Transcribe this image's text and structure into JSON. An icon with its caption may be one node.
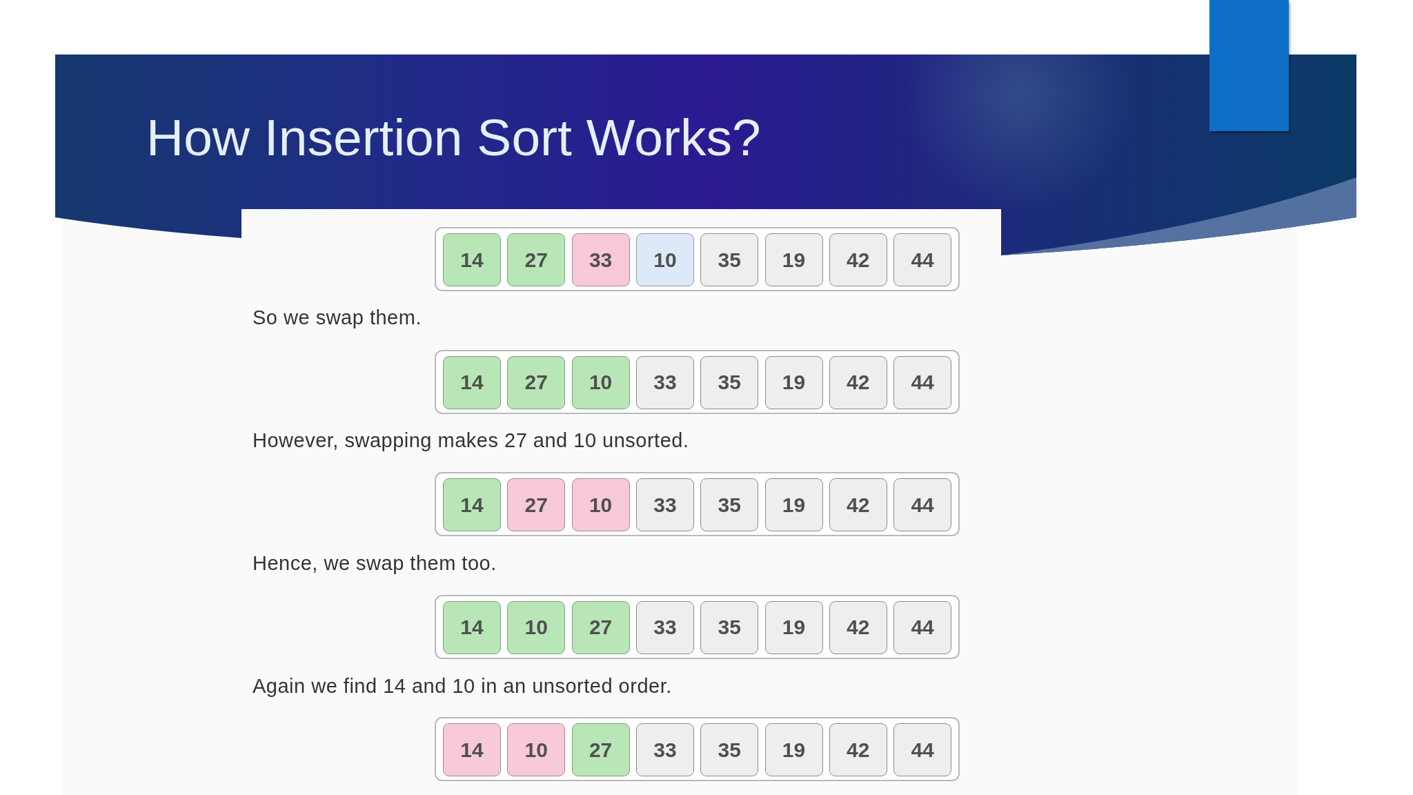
{
  "diagram": {
    "title": "How Insertion Sort Works?",
    "nodes": [
      {
        "text": [],
        "shape": "box"
      },
      {
        "text": [
          "14"
        ],
        "in": 0
      },
      {
        "text": [
          "27"
        ],
        "in": 0
      },
      {
        "text": [
          "33"
        ],
        "in": 0
      },
      {
        "text": [
          "10"
        ],
        "in": 0
      },
      {
        "text": [
          "35"
        ],
        "in": 0
      },
      {
        "text": [
          "19"
        ],
        "in": 0
      },
      {
        "text": [
          "42"
        ],
        "in": 0
      },
      {
        "text": [
          "44"
        ],
        "in": 0
      },
      {
        "text": [],
        "shape": "box"
      },
      {
        "text": [
          "14"
        ],
        "in": 9
      },
      {
        "text": [
          "27"
        ],
        "in": 9
      },
      {
        "text": [
          "10"
        ],
        "in": 9
      },
      {
        "text": [
          "33"
        ],
        "in": 9
      },
      {
        "text": [
          "35"
        ],
        "in": 9
      },
      {
        "text": [
          "19"
        ],
        "in": 9
      },
      {
        "text": [
          "42"
        ],
        "in": 9
      },
      {
        "text": [
          "44"
        ],
        "in": 9
      },
      {
        "text": [],
        "shape": "box"
      },
      {
        "text": [
          "14"
        ],
        "in": 18
      },
      {
        "text": [
          "27"
        ],
        "in": 18
      },
      {
        "text": [
          "10"
        ],
        "in": 18
      },
      {
        "text": [
          "33"
        ],
        "in": 18
      },
      {
        "text": [
          "35"
        ],
        "in": 18
      },
      {
        "text": [
          "19"
        ],
        "in": 18
      },
      {
        "text": [
          "42"
        ],
        "in": 18
      },
      {
        "text": [
          "44"
        ],
        "in": 18
      },
      {
        "text": [],
        "shape": "box"
      },
      {
        "text": [
          "14"
        ],
        "in": 27
      },
      {
        "text": [
          "10"
        ],
        "in": 27
      },
      {
        "text": [
          "27"
        ],
        "in": 27
      },
      {
        "text": [
          "33"
        ],
        "in": 27
      },
      {
        "text": [
          "35"
        ],
        "in": 27
      },
      {
        "text": [
          "19"
        ],
        "in": 27
      },
      {
        "text": [
          "42"
        ],
        "in": 27
      },
      {
        "text": [
          "44"
        ],
        "in": 27
      },
      {
        "text": [],
        "shape": "box"
      },
      {
        "text": [
          "14"
        ],
        "in": 36
      },
      {
        "text": [
          "10"
        ],
        "in": 36
      },
      {
        "text": [
          "27"
        ],
        "in": 36
      },
      {
        "text": [
          "33"
        ],
        "in": 36
      },
      {
        "text": [
          "35"
        ],
        "in": 36
      },
      {
        "text": [
          "19"
        ],
        "in": 36
      },
      {
        "text": [
          "42"
        ],
        "in": 36
      },
      {
        "text": [
          "44"
        ],
        "in": 36
      }
    ],
    "labels": [
      "So we swap them.",
      "However, swapping makes 27 and 10 unsorted.",
      "Hence, we swap them too.",
      "Again we find 14 and 10 in an unsorted order."
    ]
  }
}
